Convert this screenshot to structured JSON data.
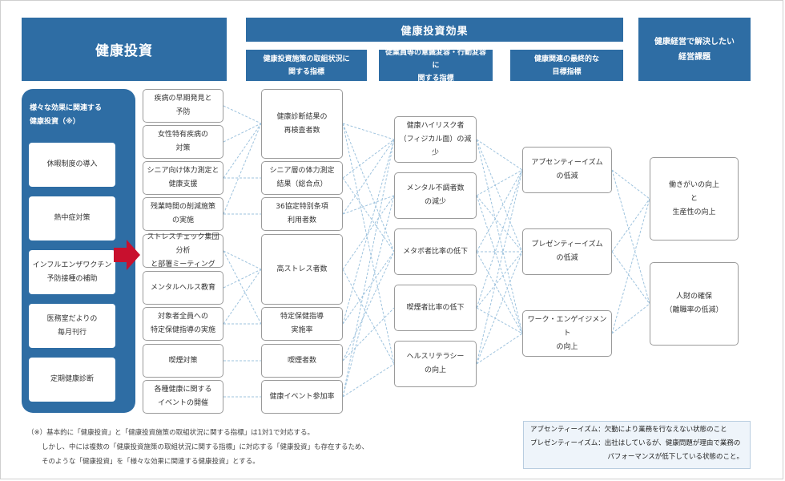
{
  "headers": {
    "investment": "健康投資",
    "effects": "健康投資効果",
    "effects_sub": [
      "健康投資施策の取組状況に\n関する指標",
      "従業員等の意識変容・行動変容に\n関する指標",
      "健康関連の最終的な\n目標指標"
    ],
    "issues": "健康経営で解決したい\n経営課題"
  },
  "panel": {
    "title": "様々な効果に関連する\n健康投資（※）",
    "items": [
      "休暇制度の導入",
      "熱中症対策",
      "インフルエンザワクチン\n予防接種の補助",
      "医務室だよりの\n毎月刊行",
      "定期健康診断"
    ]
  },
  "col1": [
    "疾病の早期発見と\n予防",
    "女性特有疾病の\n対策",
    "シニア向け体力測定と\n健康支援",
    "残業時間の削減施策\nの実施",
    "ストレスチェック集団分析\nと部署ミーティング",
    "メンタルヘルス教育",
    "対象者全員への\n特定保健指導の実施",
    "喫煙対策",
    "各種健康に関する\nイベントの開催"
  ],
  "col2": [
    "健康診断結果の\n再検査者数",
    "シニア層の体力測定\n結果（総合点）",
    "36協定特別条項\n利用者数",
    "高ストレス者数",
    "特定保健指導\n実施率",
    "喫煙者数",
    "健康イベント参加率"
  ],
  "col3": [
    "健康ハイリスク者\n（フィジカル面）の減少",
    "メンタル不調者数\nの減少",
    "メタボ者比率の低下",
    "喫煙者比率の低下",
    "ヘルスリテラシー\nの向上"
  ],
  "col4": [
    "アブセンティーイズム\nの低減",
    "プレゼンティーイズム\nの低減",
    "ワーク・エンゲイジメント\nの向上"
  ],
  "col5": [
    "働きがいの向上\nと\n生産性の向上",
    "人財の確保\n（離職率の低減）"
  ],
  "note": {
    "line1": "（※）基本的に「健康投資」と「健康投資施策の取組状況に関する指標」は1対1で対応する。",
    "line2": "しかし、中には複数の「健康投資施策の取組状況に関する指標」に対応する「健康投資」も存在するため、",
    "line3": "そのような「健康投資」を「様々な効果に関連する健康投資」とする。"
  },
  "legend": {
    "line1": "アブセンティーイズム：欠勤により業務を行なえない状態のこと",
    "line2": "プレゼンティーイズム：出社はしているが、健康問題が理由で業務の",
    "line3": "パフォーマンスが低下している状態のこと。"
  },
  "colors": {
    "header_blue": "#2e6da4",
    "arrow_red": "#c8102e",
    "connector": "#9ec3de"
  },
  "icons": [
    "right-arrow-icon"
  ]
}
